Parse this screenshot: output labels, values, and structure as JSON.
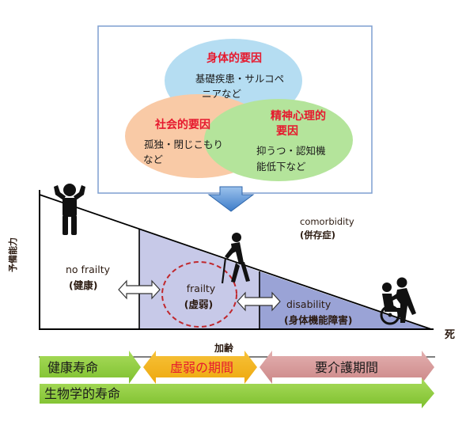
{
  "venn": {
    "physical": {
      "title": "身体的要因",
      "lines": [
        "基礎疾患・サルコペ",
        "ニアなど"
      ]
    },
    "social": {
      "title": "社会的要因",
      "lines": [
        "孤独・閉じこもり",
        "など"
      ]
    },
    "mental": {
      "title_lines": [
        "精神心理的",
        "要因"
      ],
      "lines": [
        "抑うつ・認知機",
        "能低下など"
      ]
    }
  },
  "axes": {
    "y_label": "予備能力",
    "x_label": "加齢",
    "end_label": "死"
  },
  "stages": {
    "no_frailty": [
      "no frailty",
      "(健康)"
    ],
    "frailty": [
      "frailty",
      "(虚弱)"
    ],
    "disability": [
      "disability",
      "(身体機能障害)"
    ],
    "comorbidity": [
      "comorbidity",
      "(併存症)"
    ]
  },
  "bars": {
    "healthy_life": "健康寿命",
    "frail_period": "虚弱の期間",
    "care_period": "要介護期間",
    "biological_life": "生物学的寿命"
  },
  "icons": [
    "standing-person-icon",
    "cane-person-icon",
    "wheelchair-person-icon"
  ],
  "colors": {
    "venn_physical": "#a9d8f0",
    "venn_social": "#f8c197",
    "venn_mental": "#a8e08a",
    "factor_title": "#e6192e",
    "box_border": "#7e9fd0",
    "zone_nofrailty": "#ffffff",
    "zone_frailty": "#c7c9e8",
    "zone_disability": "#9aa3d6",
    "green_bar": "#8fcf3f",
    "orange_bar": "#f2b21a",
    "pink_bar": "#d79a9a",
    "frailty_circle": "#c0282d",
    "text_dark": "#2b1a10"
  }
}
